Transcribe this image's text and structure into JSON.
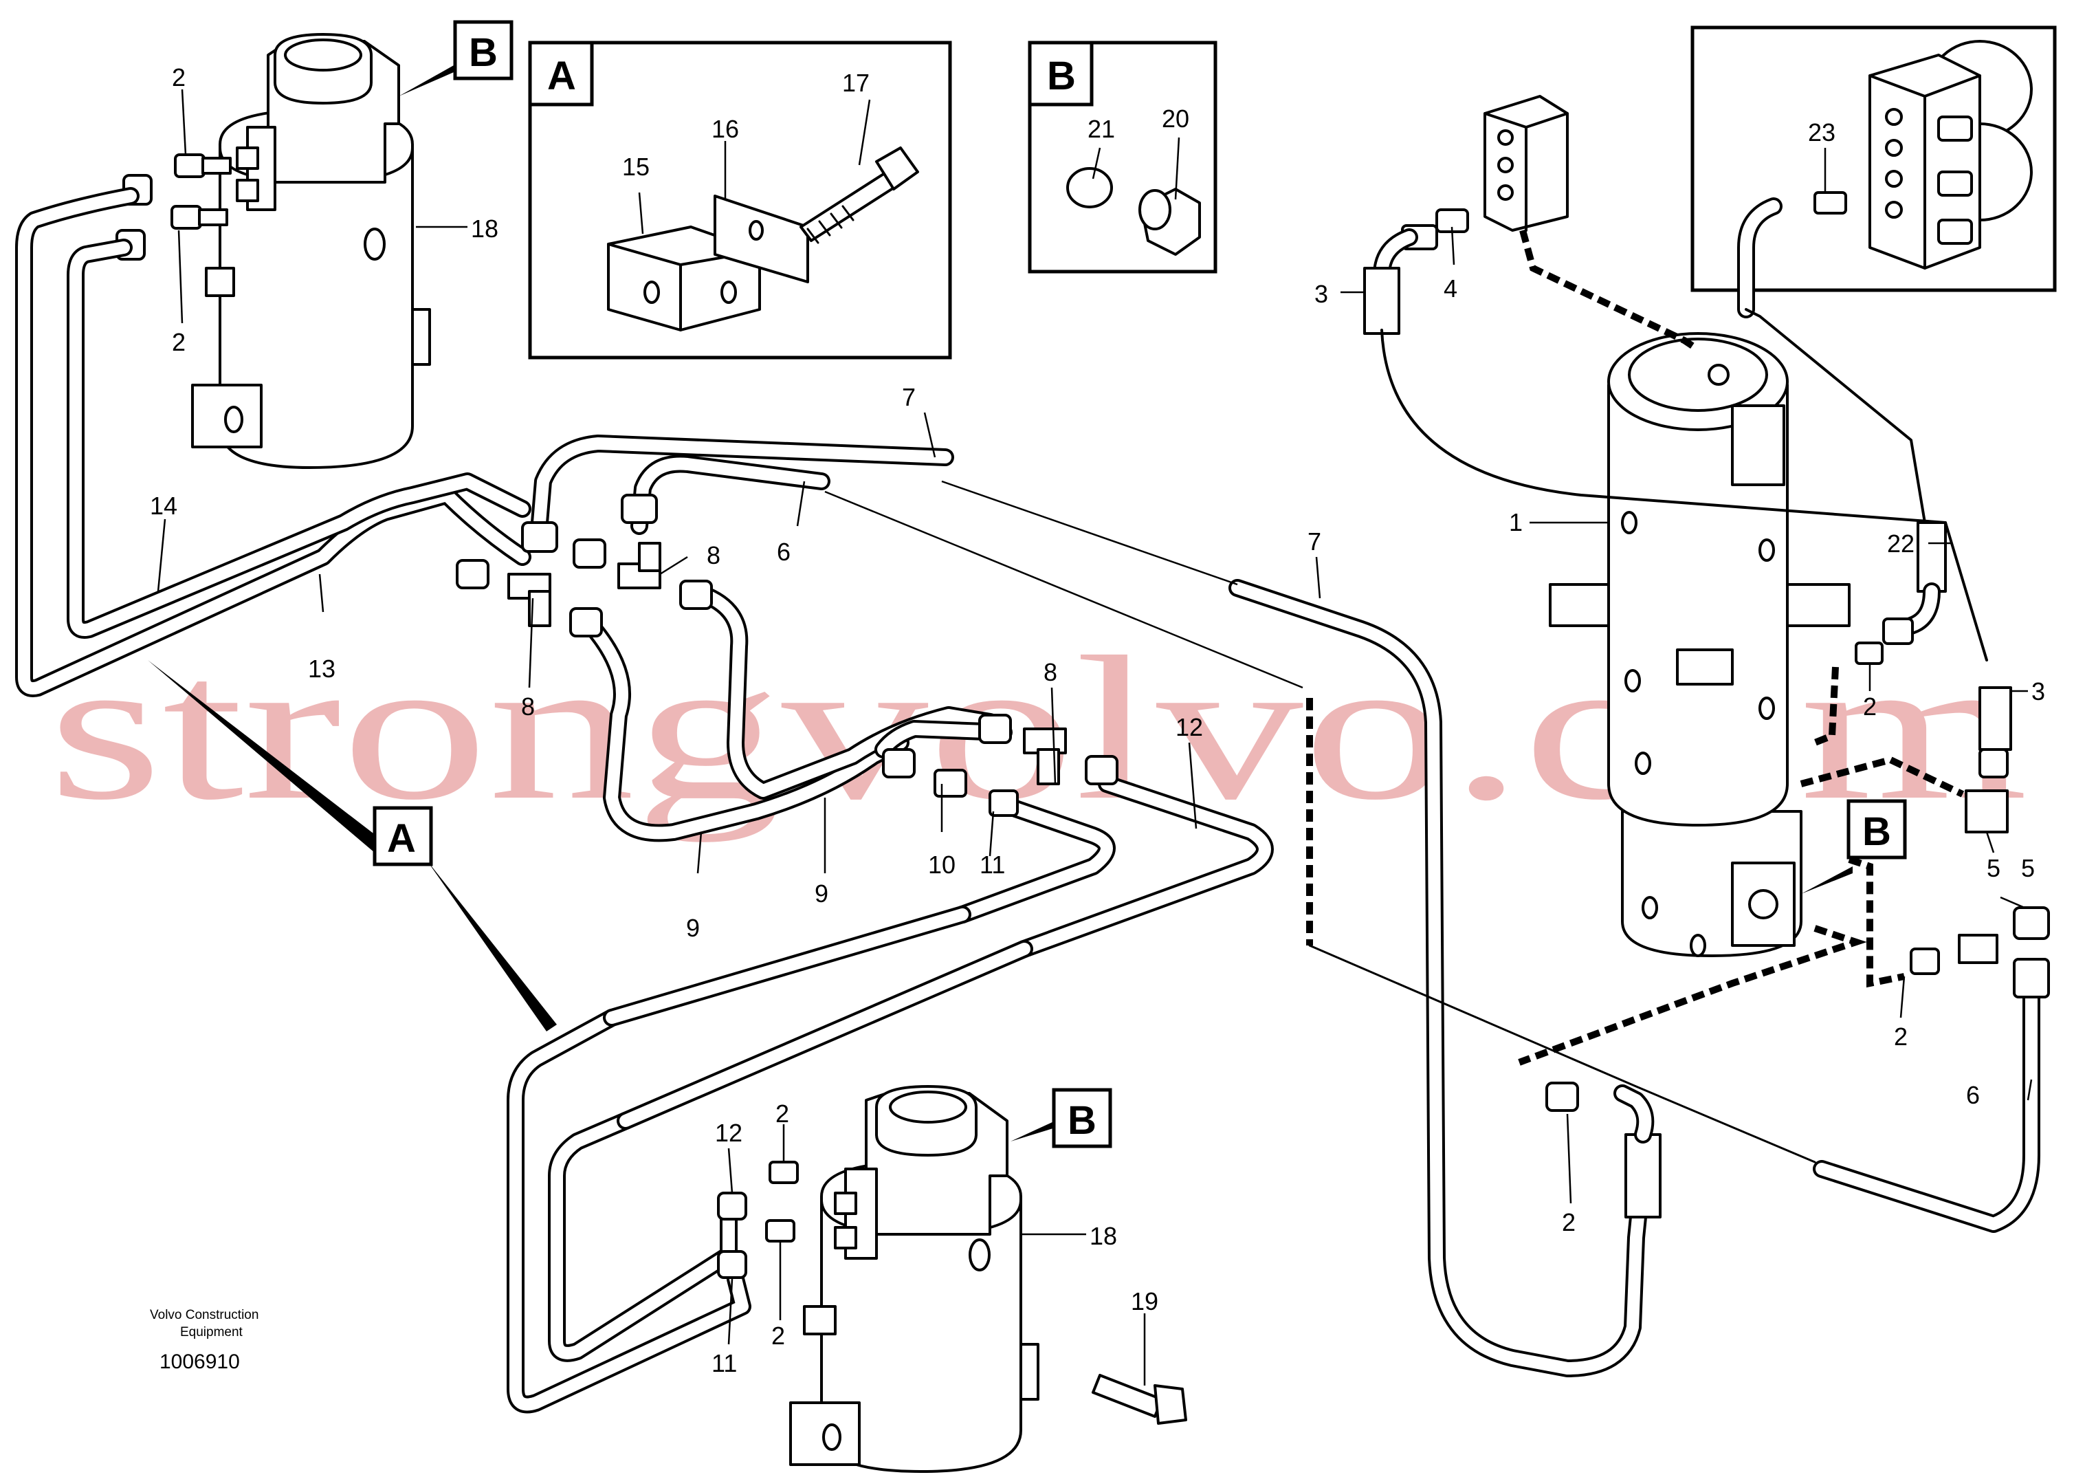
{
  "watermark": "strongvolvo.com",
  "caption": {
    "line1": "Volvo Construction",
    "line2": "Equipment",
    "catalog_number": "1006910"
  },
  "detail_boxes": {
    "A": "A",
    "B": "B"
  },
  "callouts": {
    "top_left_2a": "2",
    "top_left_2b": "2",
    "top_left_18": "18",
    "top_left_B": "B",
    "label_14": "14",
    "label_13": "13",
    "label_8a": "8",
    "label_8b": "8",
    "label_8c": "8",
    "label_7a": "7",
    "label_7b": "7",
    "label_6a": "6",
    "label_6b": "6",
    "label_9a": "9",
    "label_9b": "9",
    "label_10": "10",
    "label_11a": "11",
    "label_11b": "11",
    "label_12a": "12",
    "label_12b": "12",
    "label_A_mid": "A",
    "box_A_15": "15",
    "box_A_16": "16",
    "box_A_17": "17",
    "box_B_20": "20",
    "box_B_21": "21",
    "label_23": "23",
    "label_3a": "3",
    "label_3b": "3",
    "label_4": "4",
    "label_1": "1",
    "label_22": "22",
    "label_2c": "2",
    "label_2d": "2",
    "label_2e": "2",
    "label_5a": "5",
    "label_5b": "5",
    "label_B_right": "B",
    "bottom_B": "B",
    "bottom_2a": "2",
    "bottom_2b": "2",
    "bottom_18": "18",
    "bottom_19": "19"
  }
}
